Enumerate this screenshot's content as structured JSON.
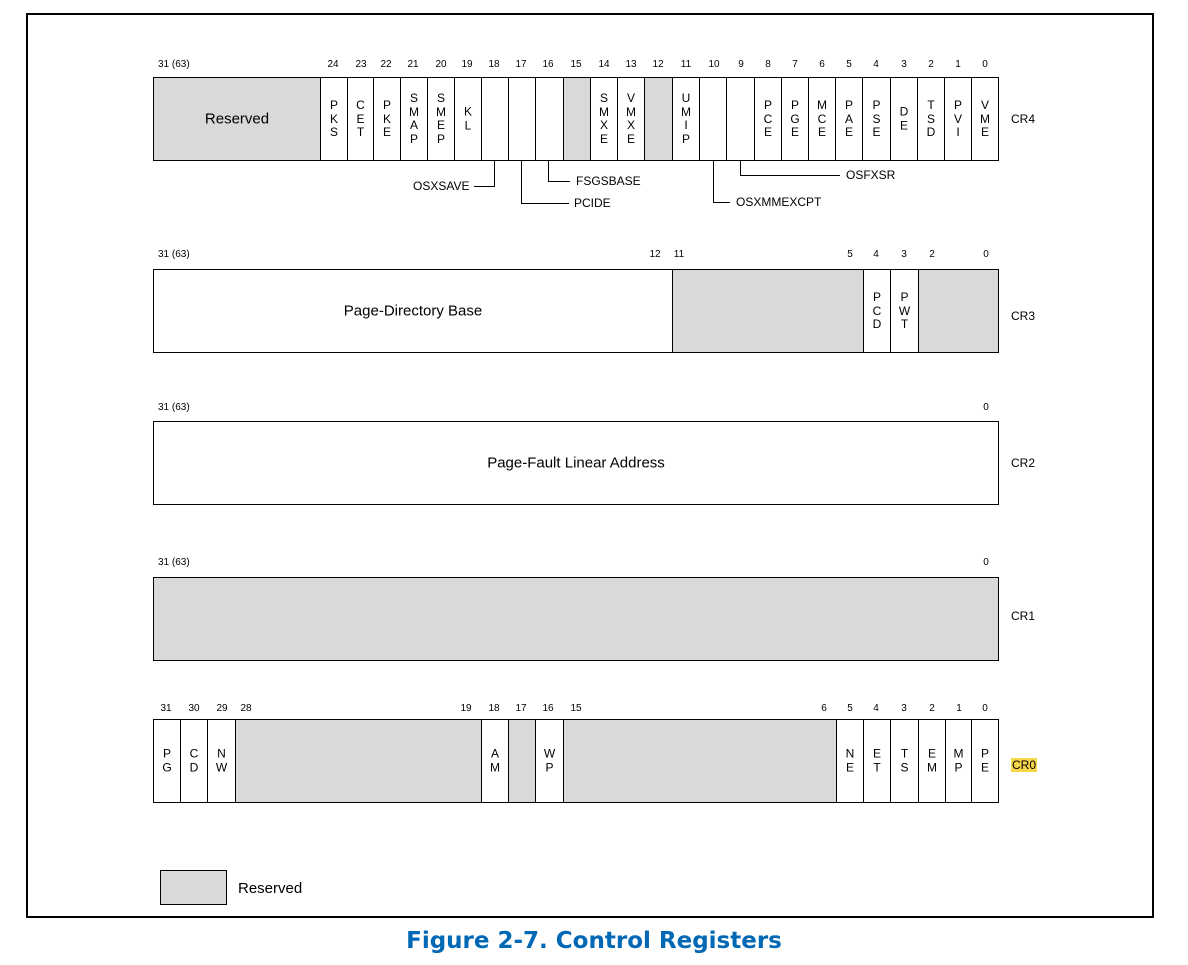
{
  "caption": "Figure 2-7.  Control Registers",
  "legend": {
    "label": "Reserved"
  },
  "cr4": {
    "name": "CR4",
    "bits": [
      "31 (63)",
      "24",
      "23",
      "22",
      "21",
      "20",
      "19",
      "18",
      "17",
      "16",
      "15",
      "14",
      "13",
      "12",
      "11",
      "10",
      "9",
      "8",
      "7",
      "6",
      "5",
      "4",
      "3",
      "2",
      "1",
      "0"
    ],
    "reserved_label": "Reserved",
    "fields": [
      "PKS",
      "CET",
      "PKE",
      "SMAP",
      "SMEP",
      "KL",
      "",
      "",
      "",
      "",
      "SMXE",
      "VMXE",
      "",
      "UMIP",
      "",
      "",
      "PCE",
      "PGE",
      "MCE",
      "PAE",
      "PSE",
      "DE",
      "TSD",
      "PVI",
      "VME"
    ],
    "callouts": [
      "OSXSAVE",
      "PCIDE",
      "FSGSBASE",
      "OSXMMEXCPT",
      "OSFXSR"
    ]
  },
  "cr3": {
    "name": "CR3",
    "bits": [
      "31 (63)",
      "12",
      "11",
      "5",
      "4",
      "3",
      "2",
      "0"
    ],
    "fields": [
      "Page-Directory Base",
      "",
      "PCD",
      "PWT",
      ""
    ]
  },
  "cr2": {
    "name": "CR2",
    "bits": [
      "31 (63)",
      "0"
    ],
    "fields": [
      "Page-Fault Linear Address"
    ]
  },
  "cr1": {
    "name": "CR1",
    "bits": [
      "31 (63)",
      "0"
    ]
  },
  "cr0": {
    "name": "CR0",
    "bits": [
      "31",
      "30",
      "29",
      "28",
      "19",
      "18",
      "17",
      "16",
      "15",
      "6",
      "5",
      "4",
      "3",
      "2",
      "1",
      "0"
    ],
    "fields": [
      "PG",
      "CD",
      "NW",
      "",
      "AM",
      "",
      "WP",
      "",
      "NE",
      "ET",
      "TS",
      "EM",
      "MP",
      "PE"
    ]
  },
  "colors": {
    "reserved_fill": "#d9d9d9",
    "caption": "#0068b5",
    "highlight": "#f7d54a"
  }
}
